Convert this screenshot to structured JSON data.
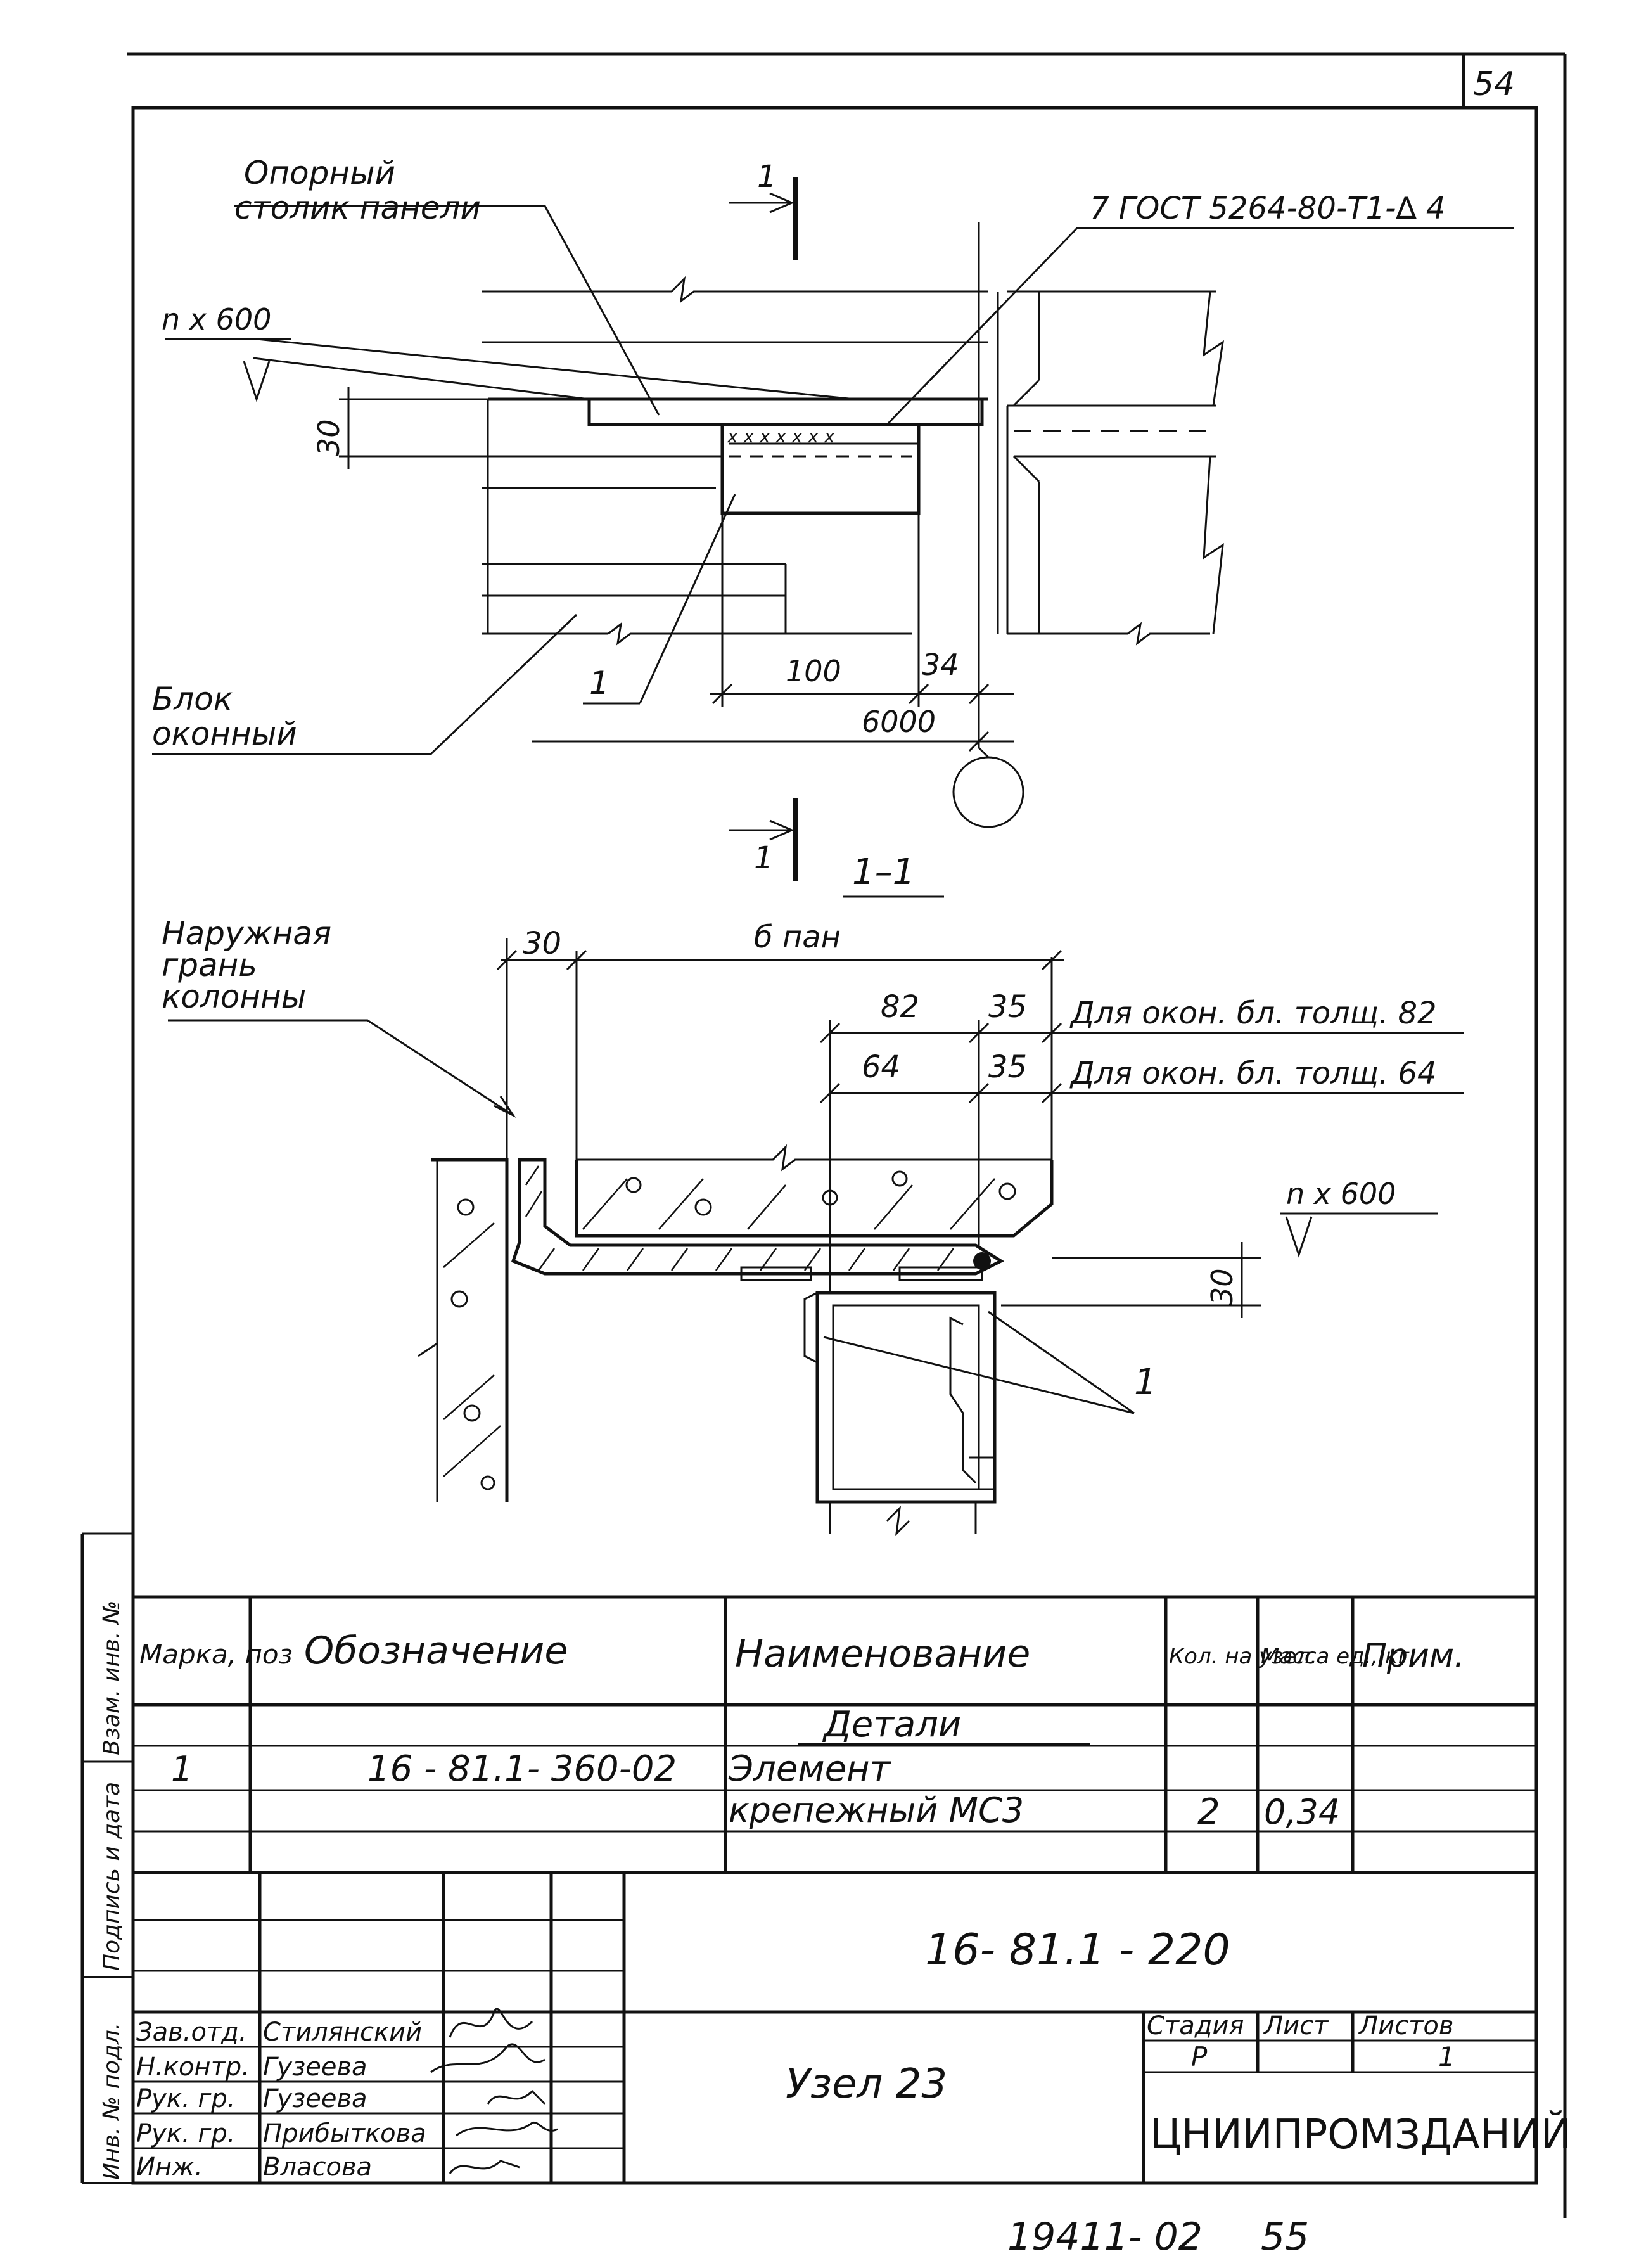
{
  "sheet": {
    "page_number": "54",
    "bottom_code": "19411- 02",
    "bottom_page": "55"
  },
  "plan": {
    "label_table": "Опорный\nстолик панели",
    "label_table_line1": "Опорный",
    "label_table_line2": "столик панели",
    "weld_note": "7 ГОСТ 5264-80-Т1-∆ 4",
    "level_mark": "n x 600",
    "dim_30": "30",
    "dim_100": "100",
    "dim_34": "34",
    "dim_6000": "6000",
    "position_1": "1",
    "label_block_line1": "Блок",
    "label_block_line2": "оконный",
    "section_mark_top": "1",
    "section_mark_bottom": "1"
  },
  "section": {
    "title": "1–1",
    "label_face_line1": "Наружная",
    "label_face_line2": "грань",
    "label_face_line3": "колонны",
    "dim_30": "30",
    "dim_b_pan": "б пан",
    "dim_82": "82",
    "dim_35a": "35",
    "note_82": "Для окон. бл. толщ. 82",
    "dim_64": "64",
    "dim_35b": "35",
    "note_64": "Для окон. бл. толщ. 64",
    "level_mark": "n x 600",
    "dim_30_right": "30",
    "position_1": "1"
  },
  "spec": {
    "headers": {
      "mark": "Марка, поз",
      "designation": "Обозначение",
      "name": "Наименование",
      "qty": "Кол. на узел.",
      "mass": "Масса ед., кг.",
      "note": "Прим."
    },
    "group_title": "Детали",
    "rows": [
      {
        "mark": "1",
        "designation": "16 - 81.1- 360-02",
        "name": "Элемент",
        "qty": "",
        "mass": ""
      },
      {
        "mark": "",
        "designation": "",
        "name": "крепежный МС3",
        "qty": "2",
        "mass": "0,34"
      }
    ]
  },
  "title_block": {
    "document_code": "16- 81.1 - 220",
    "drawing_name": "Узел 23",
    "stage_label": "Стадия",
    "sheet_label": "Лист",
    "sheets_label": "Листов",
    "stage_value": "Р",
    "sheets_value": "1",
    "organization": "ЦНИИПРОМЗДАНИЙ",
    "staff": [
      {
        "role": "Зав.отд.",
        "name": "Стилянский"
      },
      {
        "role": "Н.контр.",
        "name": "Гузеева"
      },
      {
        "role": "Рук. гр.",
        "name": "Гузеева"
      },
      {
        "role": "Рук. гр.",
        "name": "Прибыткова"
      },
      {
        "role": "Инж.",
        "name": "Власова"
      }
    ]
  },
  "side_stamp": {
    "inv_no": "Инв. № подл.",
    "sign_date": "Подпись и дата",
    "replace_inv": "Взам. инв. №"
  }
}
